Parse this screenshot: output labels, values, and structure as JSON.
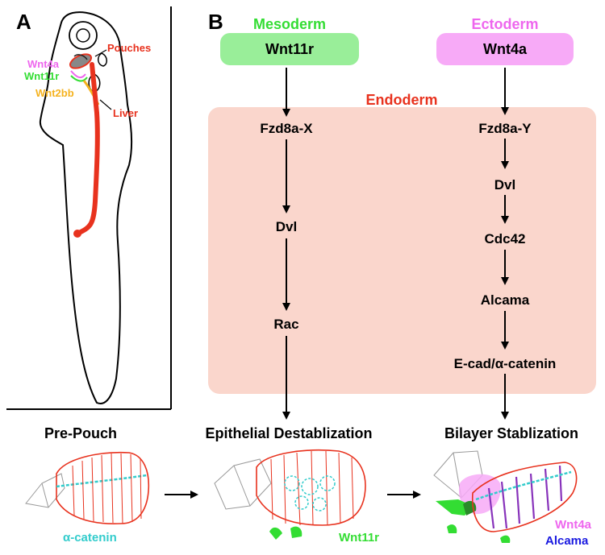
{
  "panel_a": {
    "letter": "A",
    "labels": {
      "pouches": "Pouches",
      "wnt4a": "Wnt4a",
      "wnt11r": "Wnt11r",
      "wnt2bb": "Wnt2bb",
      "liver": "Liver"
    }
  },
  "panel_b": {
    "letter": "B",
    "mesoderm": {
      "title": "Mesoderm",
      "gene": "Wnt11r"
    },
    "ectoderm": {
      "title": "Ectoderm",
      "gene": "Wnt4a"
    },
    "endoderm": {
      "title": "Endoderm"
    },
    "left_pathway": [
      "Fzd8a-X",
      "Dvl",
      "Rac"
    ],
    "right_pathway": [
      "Fzd8a-Y",
      "Dvl",
      "Cdc42",
      "Alcama",
      "E-cad/α-catenin"
    ],
    "left_outcome": "Epithelial Destablization",
    "right_outcome": "Bilayer Stablization"
  },
  "stages": {
    "pre_pouch": {
      "title": "Pre-Pouch",
      "marker": "α-catenin"
    },
    "middle": {
      "marker": "Wnt11r"
    },
    "right": {
      "marker1": "Wnt4a",
      "marker2": "Alcama"
    }
  },
  "colors": {
    "mesoderm_green": "#33dd33",
    "mesoderm_box": "#99ee99",
    "ectoderm_magenta": "#ee66ee",
    "ectoderm_box": "#f7aaf7",
    "endoderm_red": "#e8321e",
    "endoderm_box": "#fad6cc",
    "wnt2bb_orange": "#f5b21e",
    "catenin_cyan": "#33cccc",
    "alcama_blue": "#1a1ae0",
    "alcama_purple": "#8833bb"
  }
}
